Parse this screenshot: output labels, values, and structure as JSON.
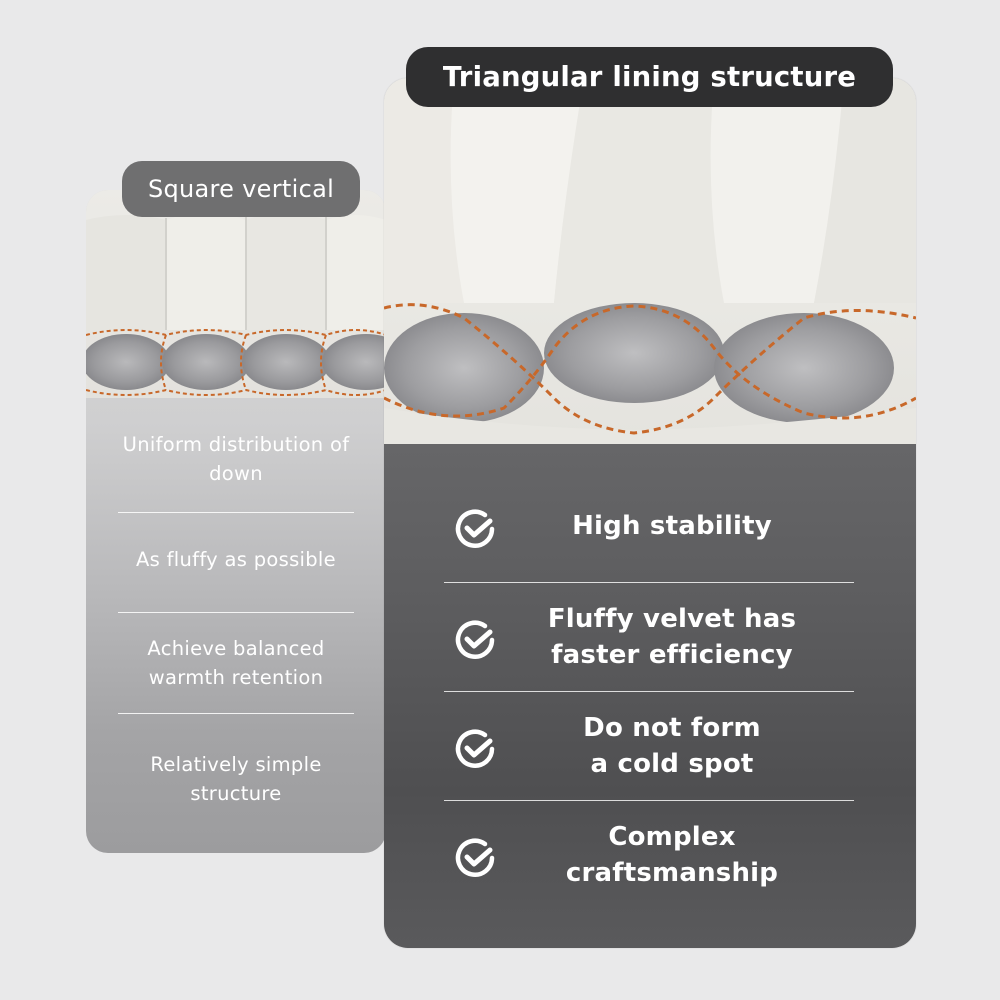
{
  "left_panel": {
    "title": "Square vertical",
    "items": [
      "Uniform distribution\nof down",
      "As fluffy as possible",
      "Achieve balanced\nwarmth retention",
      "Relatively\nsimple structure"
    ]
  },
  "right_panel": {
    "title": "Triangular lining structure",
    "features": [
      {
        "icon": "check-circle-icon",
        "label": "High stability"
      },
      {
        "icon": "check-circle-icon",
        "label": "Fluffy velvet has\nfaster efficiency"
      },
      {
        "icon": "check-circle-icon",
        "label": "Do not form\na cold spot"
      },
      {
        "icon": "check-circle-icon",
        "label": "Complex\ncraftsmanship"
      }
    ]
  },
  "colors": {
    "background": "#e9e9ea",
    "stitch": "#c8682a",
    "left_pill": "#6f6f70",
    "right_pill": "#2f2f30",
    "text": "#ffffff"
  }
}
